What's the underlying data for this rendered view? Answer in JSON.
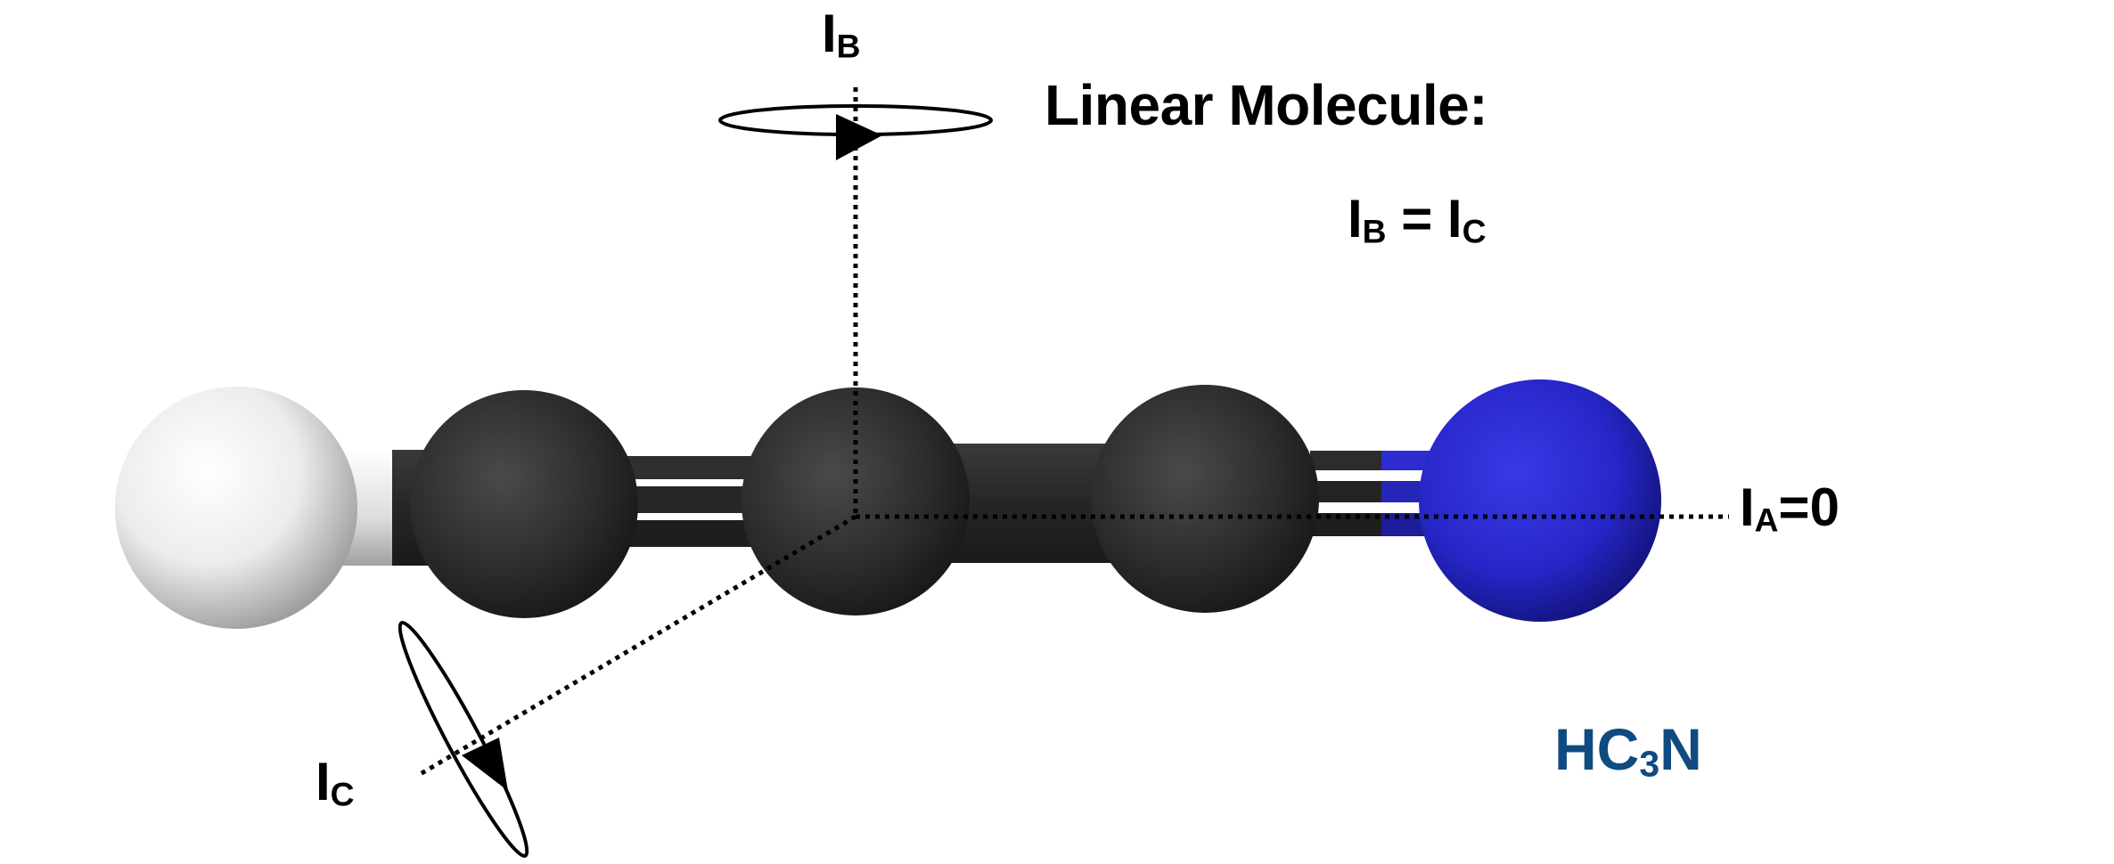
{
  "title": "Linear Molecule:",
  "relation": {
    "lhs_main": "I",
    "lhs_sub": "B",
    "op": " = ",
    "rhs_main": "I",
    "rhs_sub": "C"
  },
  "axes": {
    "b": {
      "main": "I",
      "sub": "B",
      "suffix": ""
    },
    "a": {
      "main": "I",
      "sub": "A",
      "suffix": "=0"
    },
    "c": {
      "main": "I",
      "sub": "C",
      "suffix": ""
    }
  },
  "formula": {
    "p1": "HC",
    "sub": "3",
    "p2": "N"
  },
  "colors": {
    "text": "#000000",
    "formula": "#0f4a80",
    "hydrogen": "#e8e8e8",
    "carbon": "#2e2e2e",
    "nitrogen": "#2a2ad6",
    "bond": "#2b2b2b"
  },
  "atoms": [
    "H",
    "C",
    "C",
    "C",
    "N"
  ]
}
